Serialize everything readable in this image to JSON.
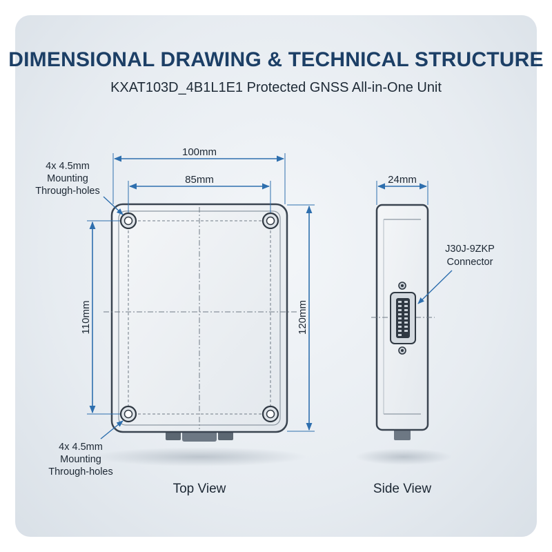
{
  "header": {
    "title": "DIMENSIONAL DRAWING & TECHNICAL STRUCTURE",
    "subtitle": "KXAT103D_4B1L1E1 Protected GNSS All-in-One Unit"
  },
  "top_view": {
    "label": "Top View",
    "width_outer": "100mm",
    "width_holes": "85mm",
    "height_holes": "110mm",
    "height_outer": "120mm",
    "hole_note_top": [
      "4x 4.5mm",
      "Mounting",
      "Through-holes"
    ],
    "hole_note_bottom": [
      "4x 4.5mm",
      "Mounting",
      "Through-holes"
    ]
  },
  "side_view": {
    "label": "Side View",
    "thickness": "24mm",
    "connector_note": [
      "J30J-9ZKP",
      "Connector"
    ]
  },
  "colors": {
    "accent": "#1c3f66",
    "dimension_line": "#2e6fae",
    "body_outline": "#3a4450",
    "background": "#e7ecf1"
  }
}
